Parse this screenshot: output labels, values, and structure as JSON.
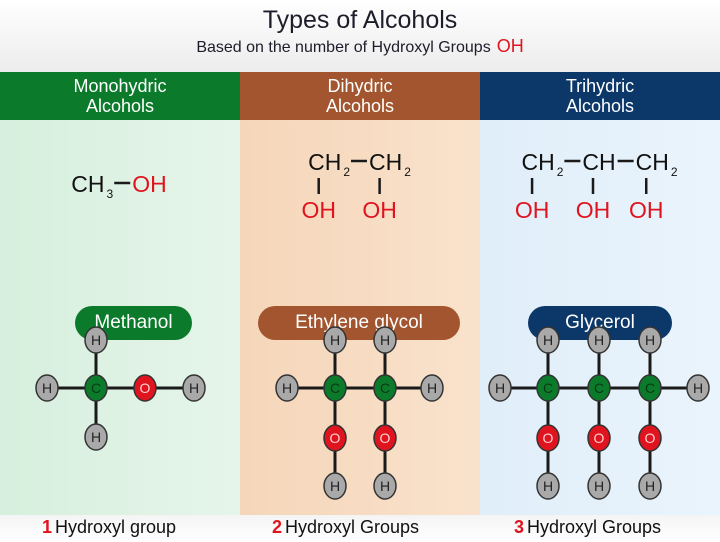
{
  "title": "Types of Alcohols",
  "subtitle": "Based on the number of Hydroxyl Groups",
  "subtitle_oh": "OH",
  "atoms": {
    "H": "H",
    "C": "C",
    "O": "O"
  },
  "columns": [
    {
      "header_line1": "Monohydric",
      "header_line2": "Alcohols",
      "name": "Methanol",
      "formula": {
        "ch": "CH",
        "sub": "3",
        "oh": "OH"
      },
      "count": "1",
      "count_label": "Hydroxyl group"
    },
    {
      "header_line1": "Dihydric",
      "header_line2": "Alcohols",
      "name": "Ethylene glycol",
      "formula": {
        "ch": "CH",
        "sub": "2",
        "oh": "OH"
      },
      "count": "2",
      "count_label": "Hydroxyl Groups"
    },
    {
      "header_line1": "Trihydric",
      "header_line2": "Alcohols",
      "name": "Glycerol",
      "formula": {
        "ch": "CH",
        "ch_mid": "CH",
        "sub": "2",
        "oh": "OH"
      },
      "count": "3",
      "count_label": "Hydroxyl Groups"
    }
  ],
  "colors": {
    "green": "#0b7a2b",
    "brown": "#a2552f",
    "navy": "#0c3869",
    "red": "#e0141e",
    "hydrogen": "#a9a9a9"
  }
}
